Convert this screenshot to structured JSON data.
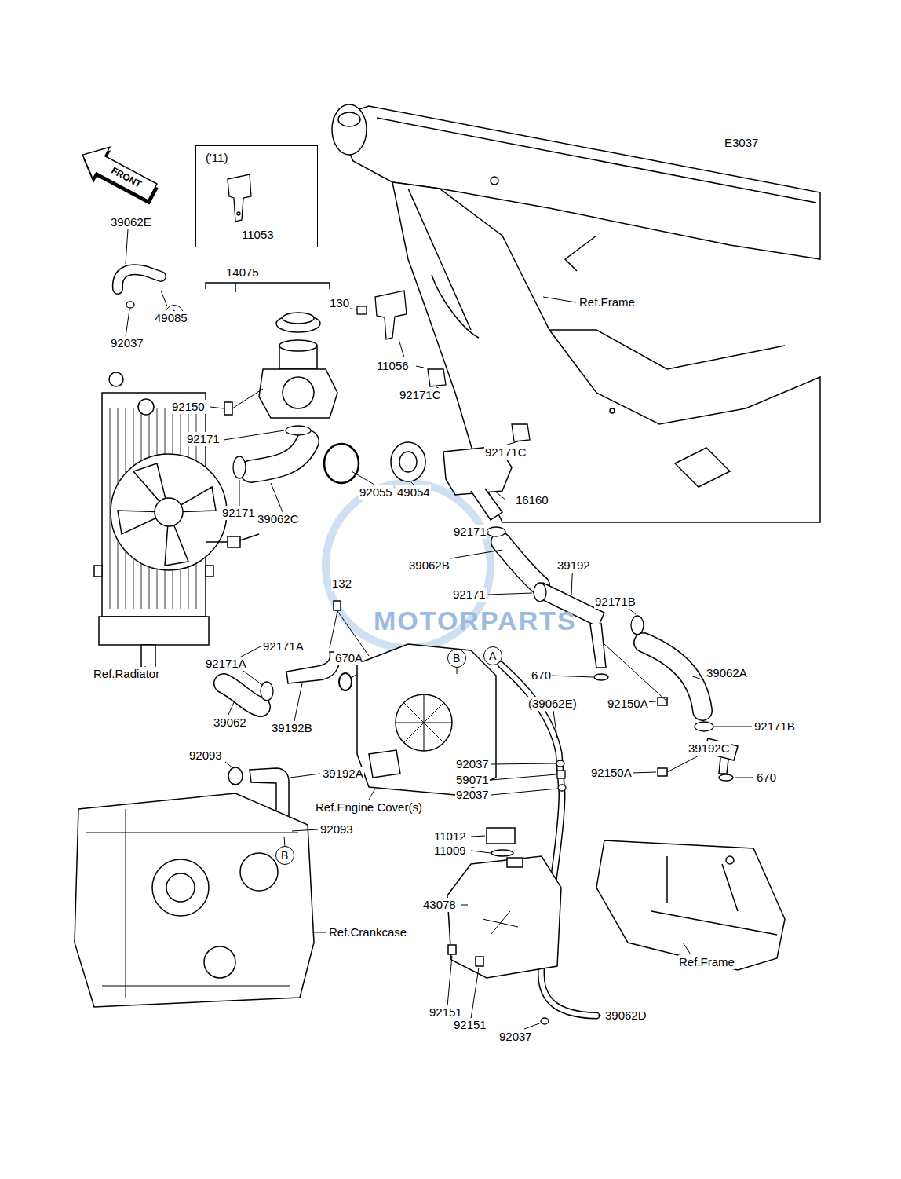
{
  "diagram": {
    "nodes": [
      {
        "text": [
          "FRONT"
        ]
      },
      {
        "text": [
          "('11)",
          "11053"
        ]
      },
      {
        "text": [
          "A"
        ]
      },
      {
        "text": [
          "B"
        ]
      },
      {
        "text": [
          "A"
        ]
      },
      {
        "text": [
          "B"
        ]
      }
    ],
    "labels": [
      "E3037",
      "39062E",
      "14075",
      "130",
      "Ref.Frame",
      "49085",
      "92037",
      "11056",
      "92171C",
      "92150",
      "92171",
      "92171C",
      "92055",
      "49054",
      "16160",
      "92171",
      "39062C",
      "92171",
      "39062B",
      "39192",
      "132",
      "92171",
      "92171B",
      "MOTORPARTS",
      "92171A",
      "92171A",
      "Ref.Radiator",
      "670A",
      "39062A",
      "670",
      "(39062E)",
      "92150A",
      "39062",
      "92171B",
      "39192B",
      "39192C",
      "92093",
      "92037",
      "39192A",
      "92150A",
      "670",
      "59071",
      "92037",
      "Ref.Engine Cover(s)",
      "92093",
      "11012",
      "11009",
      "43078",
      "Ref.Crankcase",
      "Ref.Frame",
      "92151",
      "39062D",
      "92151",
      "92037"
    ]
  }
}
